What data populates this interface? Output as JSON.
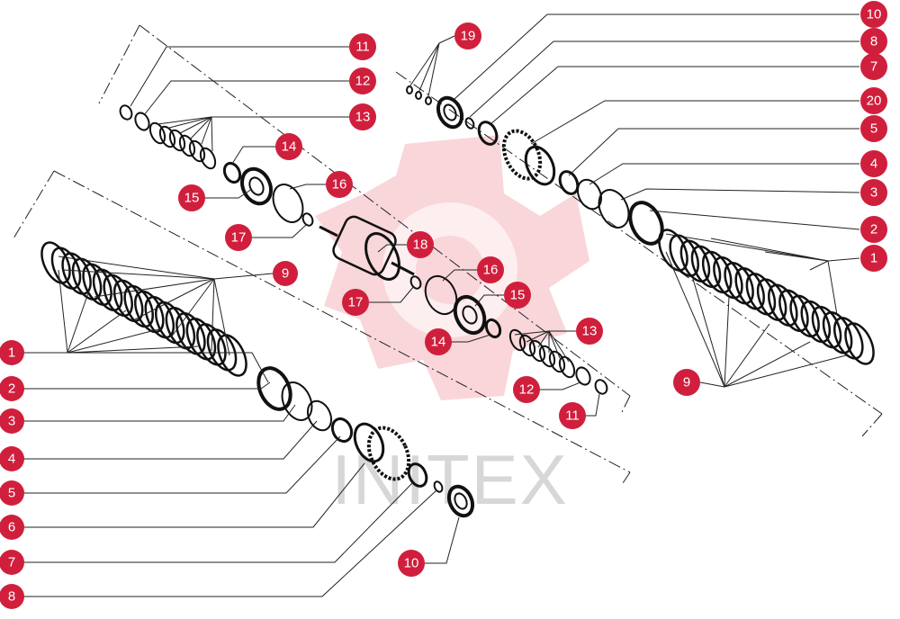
{
  "watermark": {
    "text": "INITEX",
    "color": "#d8d8d8",
    "logo_color": "#f7c8cc"
  },
  "colors": {
    "callout": "#d01f3c",
    "callout_text": "#ffffff",
    "line": "#222222"
  },
  "callouts": {
    "left_group": [
      "1",
      "2",
      "3",
      "4",
      "5",
      "6",
      "7",
      "8",
      "9",
      "10"
    ],
    "upper_left_group": [
      "11",
      "12",
      "13",
      "14",
      "15",
      "16",
      "17",
      "18"
    ],
    "center_group": [
      "16",
      "15",
      "14",
      "13",
      "12",
      "11",
      "17"
    ],
    "right_group": [
      "10",
      "8",
      "7",
      "20",
      "5",
      "4",
      "3",
      "2",
      "1",
      "9",
      "19"
    ]
  }
}
